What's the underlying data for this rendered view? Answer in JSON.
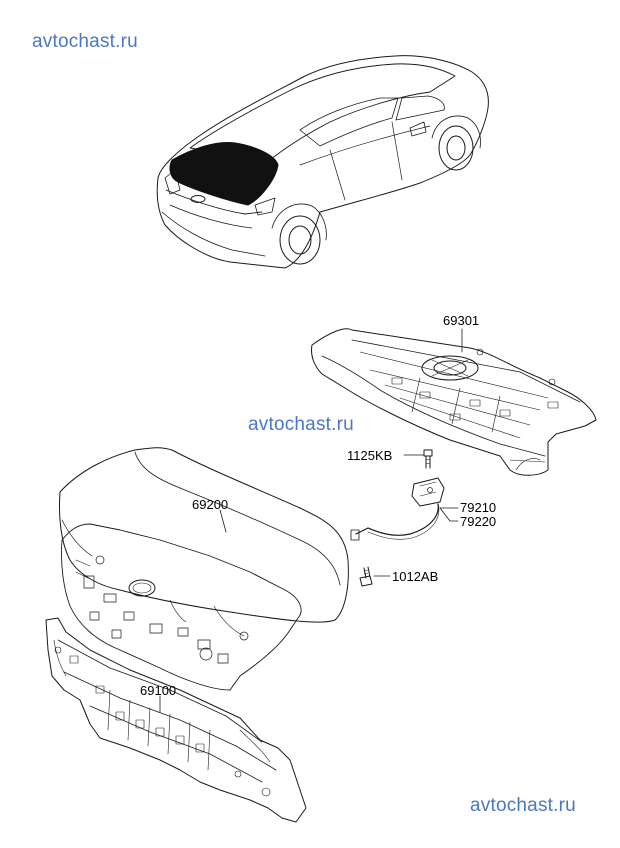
{
  "watermarks": [
    "avtochast.ru",
    "avtochast.ru",
    "avtochast.ru"
  ],
  "parts": {
    "p69301": "69301",
    "p1125KB": "1125KB",
    "p79210": "79210",
    "p79220": "79220",
    "p1012AB": "1012AB",
    "p69200": "69200",
    "p69100": "69100"
  },
  "colors": {
    "watermark": "#4a78c2",
    "line": "#1a1a1a"
  }
}
